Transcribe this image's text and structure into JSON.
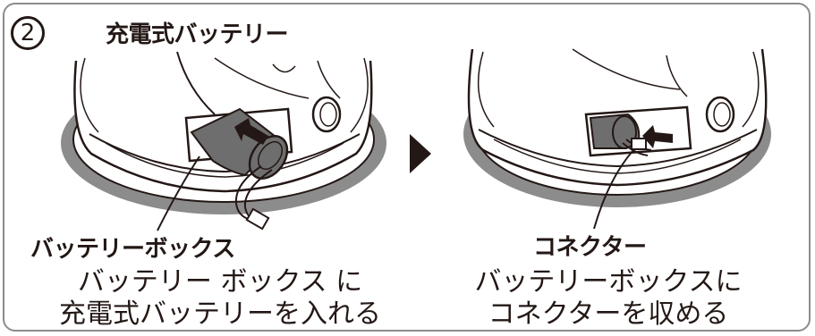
{
  "step_number": "2",
  "left_panel": {
    "label_battery": "充電式バッテリー",
    "label_box": "バッテリーボックス",
    "caption_line1": "バッテリー ボックス に",
    "caption_line2": "充電式バッテリーを入れる"
  },
  "right_panel": {
    "label_connector": "コネクター",
    "caption_line1": "バッテリーボックスに",
    "caption_line2": "コネクターを収める"
  },
  "icons": {
    "step_marker": "circled-number",
    "next_step": "right-triangle-arrow",
    "insert_direction": "black-arrow"
  },
  "colors": {
    "ink": "#231815",
    "ring_gray": "#8c8c8c",
    "battery_gray": "#6e6e6e"
  }
}
